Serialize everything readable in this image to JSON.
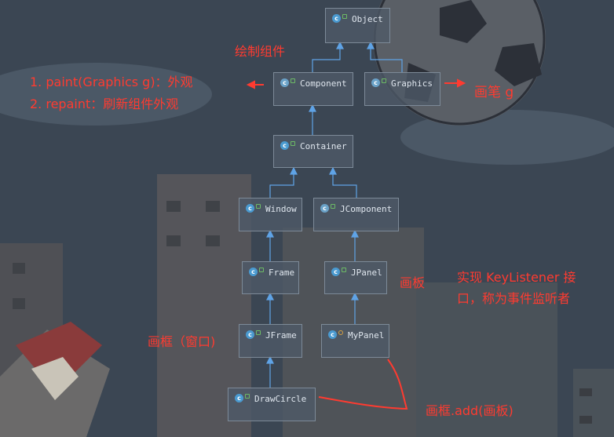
{
  "diagram": {
    "nodes": {
      "object": "Object",
      "component": "Component",
      "graphics": "Graphics",
      "container": "Container",
      "window": "Window",
      "jcomponent": "JComponent",
      "frame": "Frame",
      "jpanel": "JPanel",
      "jframe": "JFrame",
      "mypanel": "MyPanel",
      "drawcircle": "DrawCircle"
    }
  },
  "annotations": {
    "draw_components": "绘制组件",
    "paint_line1": "1. paint(Graphics g)：外观",
    "paint_line2": "2. repaint：刷新组件外观",
    "brush": "画笔 g",
    "panel": "画板",
    "keylistener_line1": "实现 KeyListener 接",
    "keylistener_line2": "口，称为事件监听者",
    "frame_window": "画框（窗口)",
    "frame_add": "画框.add(画板)"
  },
  "colors": {
    "annotation": "#ff3b30",
    "edge": "#5fa3e6",
    "node_bg": "#4e5a68"
  }
}
